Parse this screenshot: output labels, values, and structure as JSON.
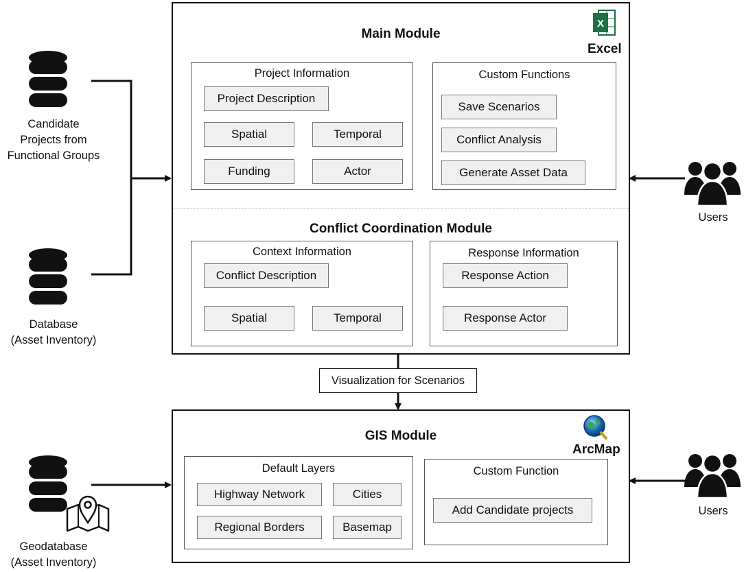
{
  "sources": {
    "candidate": {
      "line1": "Candidate",
      "line2": "Projects from",
      "line3": "Functional Groups"
    },
    "database": {
      "line1": "Database",
      "line2": "(Asset Inventory)"
    },
    "geodatabase": {
      "line1": "Geodatabase",
      "line2": "(Asset Inventory)"
    }
  },
  "users": {
    "top_label": "Users",
    "bottom_label": "Users"
  },
  "main_module": {
    "title": "Main Module",
    "brand": "Excel",
    "brand_icon": "excel-icon",
    "project_information": {
      "title": "Project Information",
      "items": [
        "Project Description",
        "Spatial",
        "Temporal",
        "Funding",
        "Actor"
      ]
    },
    "custom_functions": {
      "title": "Custom Functions",
      "items": [
        "Save Scenarios",
        "Conflict Analysis",
        "Generate Asset Data"
      ]
    }
  },
  "conflict_module": {
    "title": "Conflict Coordination  Module",
    "context_information": {
      "title": "Context Information",
      "items": [
        "Conflict Description",
        "Spatial",
        "Temporal"
      ]
    },
    "response_information": {
      "title": "Response Information",
      "items": [
        "Response Action",
        "Response Actor"
      ]
    }
  },
  "connector_label": "Visualization for Scenarios",
  "gis_module": {
    "title": "GIS Module",
    "brand": "ArcMap",
    "brand_icon": "arcmap-globe-icon",
    "default_layers": {
      "title": "Default Layers",
      "items": [
        "Highway Network",
        "Cities",
        "Regional Borders",
        "Basemap"
      ]
    },
    "custom_function": {
      "title": "Custom Function",
      "items": [
        "Add Candidate projects"
      ]
    }
  },
  "colors": {
    "excel_green": "#1d7044",
    "arcmap_blue": "#1a6bb8",
    "item_fill": "#f0f0f0"
  }
}
